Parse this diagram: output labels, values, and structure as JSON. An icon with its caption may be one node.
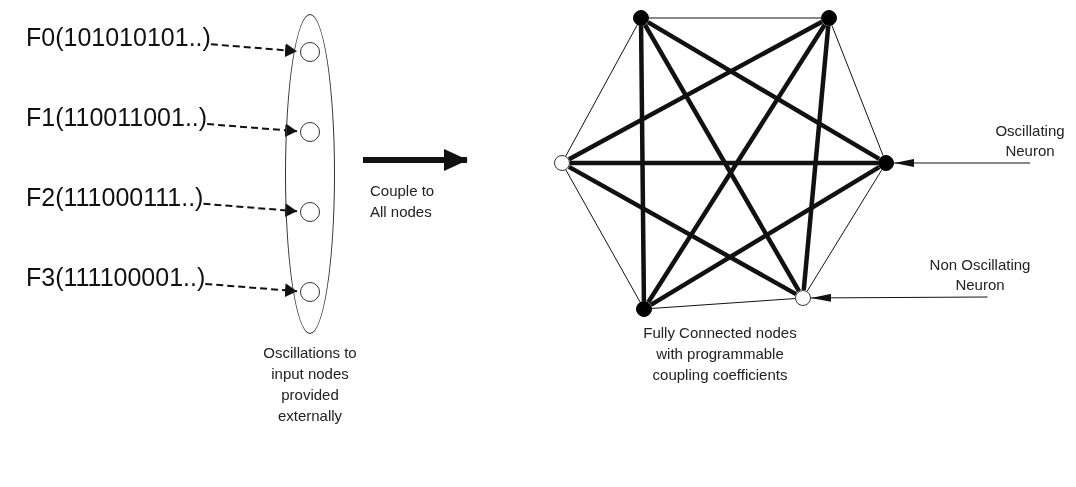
{
  "diagram": {
    "nodes": [
      {
        "text": [
          "F0(101010101..)"
        ]
      },
      {
        "text": [
          "F1(110011001..)"
        ]
      },
      {
        "text": [
          "F2(111000111..)"
        ]
      },
      {
        "text": [
          "F3(111100001..)"
        ]
      },
      {
        "text": [],
        "shape": "ellipse",
        "beside": [
          "Oscillations to input nodes provided externally"
        ]
      },
      {
        "text": [],
        "shape": "circle",
        "in": 4
      },
      {
        "text": [],
        "shape": "circle",
        "in": 4
      },
      {
        "text": [],
        "shape": "circle",
        "in": 4
      },
      {
        "text": [],
        "shape": "circle",
        "in": 4
      },
      {
        "text": [],
        "shape": "dot"
      },
      {
        "text": [],
        "shape": "dot"
      },
      {
        "text": [],
        "shape": "circle"
      },
      {
        "text": [],
        "shape": "dot"
      },
      {
        "text": [],
        "shape": "dot"
      },
      {
        "text": [],
        "shape": "circle"
      },
      {
        "text": [
          "Oscillating Neuron"
        ]
      },
      {
        "text": [
          "Non Oscillating Neuron"
        ]
      }
    ],
    "edges": [
      {
        "from": 0,
        "to": 5,
        "arrow": "to",
        "style": "dashed"
      },
      {
        "from": 1,
        "to": 6,
        "arrow": "to",
        "style": "dashed"
      },
      {
        "from": 2,
        "to": 7,
        "arrow": "to",
        "style": "dashed"
      },
      {
        "from": 3,
        "to": 8,
        "arrow": "to",
        "style": "dashed"
      },
      {
        "from": 4,
        "to": null,
        "arrow": "to",
        "style": "thick",
        "label": "Couple to All nodes"
      },
      {
        "from": 9,
        "to": 10,
        "arrow": "none"
      },
      {
        "from": 9,
        "to": 11,
        "arrow": "none"
      },
      {
        "from": 11,
        "to": 13,
        "arrow": "none"
      },
      {
        "from": 10,
        "to": 12,
        "arrow": "none"
      },
      {
        "from": 12,
        "to": 14,
        "arrow": "none"
      },
      {
        "from": 13,
        "to": 14,
        "arrow": "none"
      },
      {
        "from": 9,
        "to": 13,
        "arrow": "none",
        "style": "thick"
      },
      {
        "from": 9,
        "to": 12,
        "arrow": "none",
        "style": "thick"
      },
      {
        "from": 9,
        "to": 14,
        "arrow": "none",
        "style": "thick"
      },
      {
        "from": 10,
        "to": 11,
        "arrow": "none",
        "style": "thick"
      },
      {
        "from": 10,
        "to": 13,
        "arrow": "none",
        "style": "thick"
      },
      {
        "from": 10,
        "to": 14,
        "arrow": "none",
        "style": "thick"
      },
      {
        "from": 11,
        "to": 12,
        "arrow": "none",
        "style": "thick"
      },
      {
        "from": 11,
        "to": 14,
        "arrow": "none",
        "style": "thick"
      },
      {
        "from": 12,
        "to": 13,
        "arrow": "none",
        "style": "thick"
      },
      {
        "from": 15,
        "to": 12,
        "arrow": "to"
      },
      {
        "from": 16,
        "to": 14,
        "arrow": "to"
      }
    ],
    "labels": [
      "Fully Connected nodes with programmable coupling coefficients"
    ]
  }
}
